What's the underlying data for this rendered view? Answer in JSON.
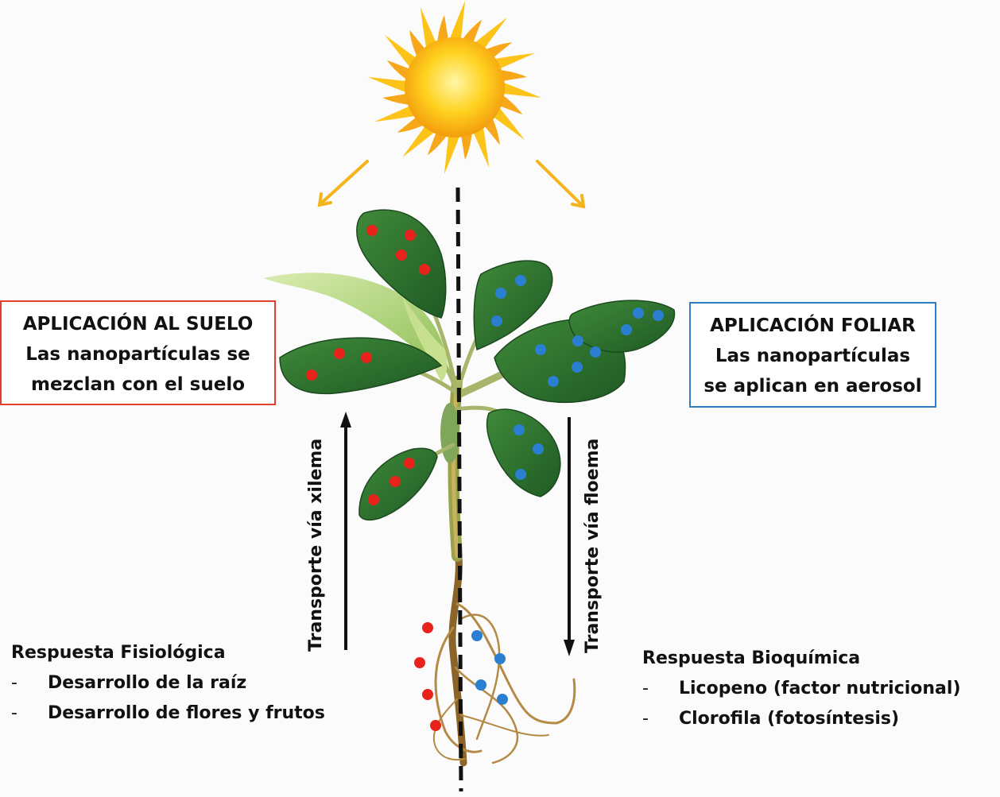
{
  "soil_application": {
    "title": "APLICACIÓN AL SUELO",
    "line1": "Las nanopartículas se",
    "line2": "mezclan con el suelo"
  },
  "foliar_application": {
    "title": "APLICACIÓN FOLIAR",
    "line1": "Las nanopartículas",
    "line2": "se aplican en aerosol"
  },
  "transport": {
    "xylem": "Transporte vía xilema",
    "phloem": "Transporte vía floema"
  },
  "physiological_response": {
    "title": "Respuesta Fisiológica",
    "items": [
      "Desarrollo de la raíz",
      "Desarrollo de flores y frutos"
    ]
  },
  "biochemical_response": {
    "title": "Respuesta Bioquímica",
    "items": [
      "Licopeno (factor nutricional)",
      "Clorofila (fotosíntesis)"
    ]
  },
  "colors": {
    "soil_particle": "#e8231c",
    "foliar_particle": "#2a7fd0",
    "soil_box_border": "#e0412e",
    "foliar_box_border": "#2c7fc3",
    "leaf": "#2e6b2e",
    "sun": "#fbbf16"
  }
}
